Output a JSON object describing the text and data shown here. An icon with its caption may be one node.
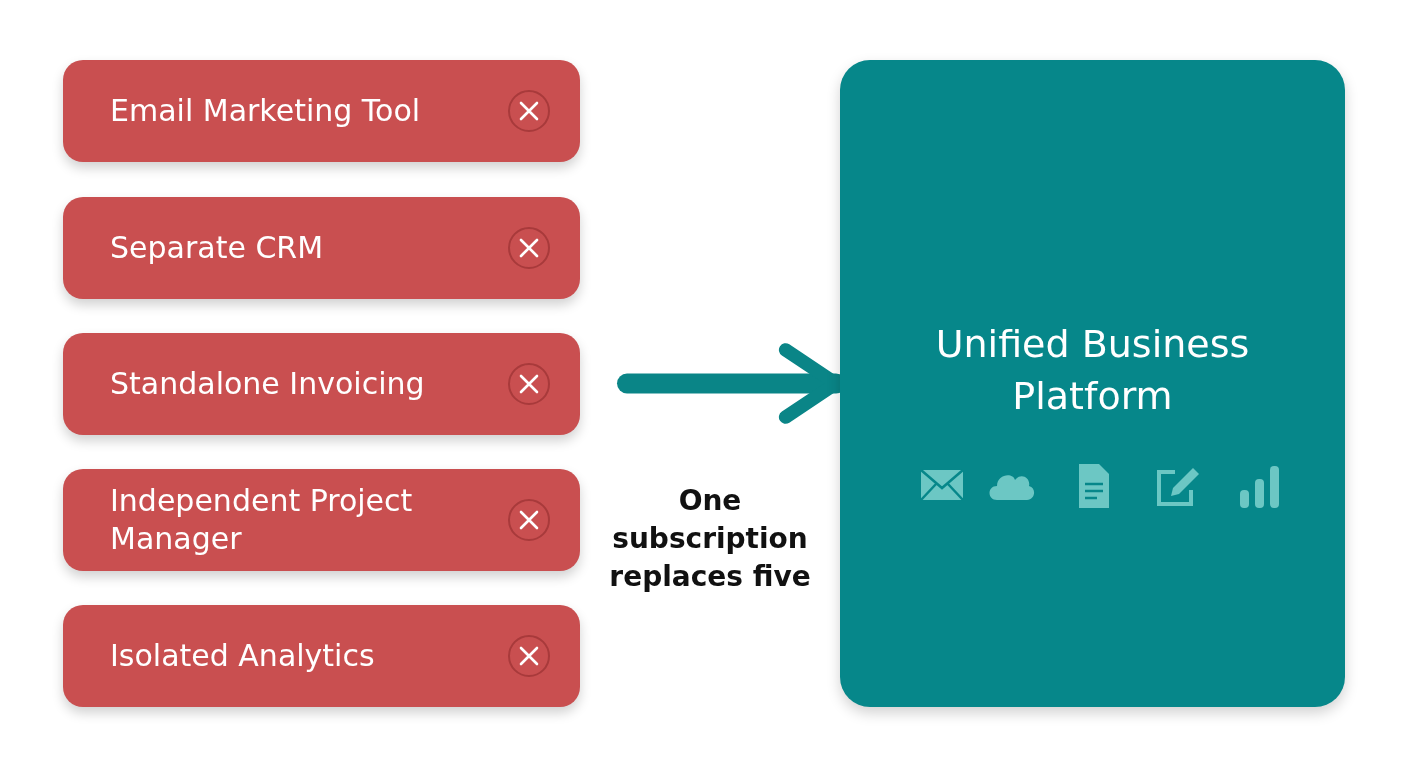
{
  "diagram": {
    "nodes": [
      {
        "text": [
          "Email Marketing Tool"
        ]
      },
      {
        "text": [
          "Separate CRM"
        ]
      },
      {
        "text": [
          "Standalone Invoicing"
        ]
      },
      {
        "text": [
          "Independent Project Manager"
        ]
      },
      {
        "text": [
          "Isolated Analytics"
        ]
      },
      {
        "text": [
          "Unified Business Platform"
        ]
      }
    ],
    "edges": [
      {
        "from": null,
        "to": 5,
        "arrow": "to",
        "label": "One subscription replaces five"
      }
    ]
  }
}
